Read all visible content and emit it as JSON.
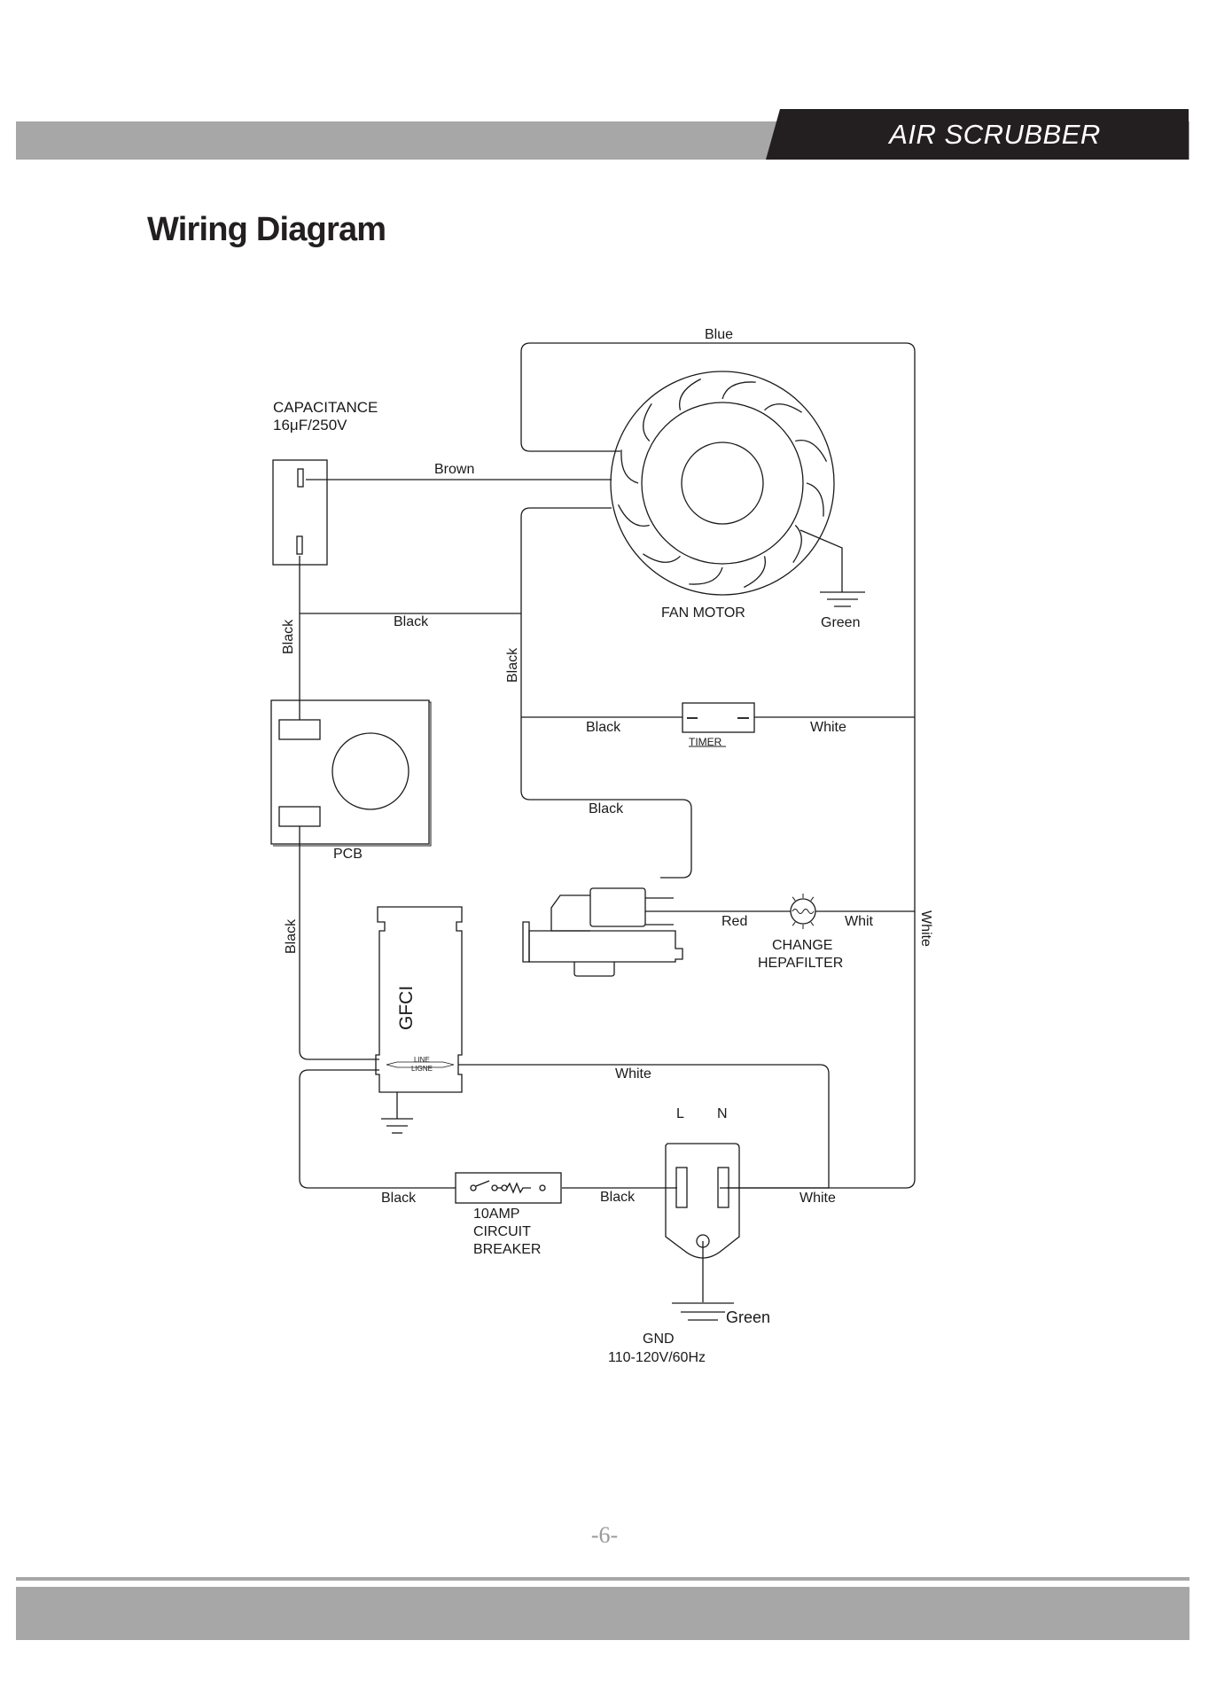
{
  "header": {
    "brand": "AIR SCRUBBER"
  },
  "page": {
    "title": "Wiring Diagram",
    "number": "-6-"
  },
  "diagram": {
    "capacitance_title": "CAPACITANCE",
    "capacitance_value": "16μF/250V",
    "blue": "Blue",
    "brown": "Brown",
    "fan_motor": "FAN MOTOR",
    "green_motor": "Green",
    "black_cap_vertical": "Black",
    "black_cap_horizontal": "Black",
    "black_main_vertical": "Black",
    "black_timer": "Black",
    "timer": "TIMER",
    "white_timer": "White",
    "pcb": "PCB",
    "black_switch": "Black",
    "black_pcb_vertical": "Black",
    "red": "Red",
    "whit": "Whit",
    "change": "CHANGE",
    "hepafilter": "HEPAFILTER",
    "white_right": "White",
    "gfci": "GFCI",
    "line": "LINE",
    "ligne": "LIGNE",
    "white_gfci": "White",
    "plug_l": "L",
    "plug_n": "N",
    "black_bottom_left": "Black",
    "black_bottom_mid": "Black",
    "white_bottom": "White",
    "breaker_1": "10AMP",
    "breaker_2": "CIRCUIT",
    "breaker_3": "BREAKER",
    "green_gnd": "Green",
    "gnd": "GND",
    "voltage": "110-120V/60Hz"
  }
}
